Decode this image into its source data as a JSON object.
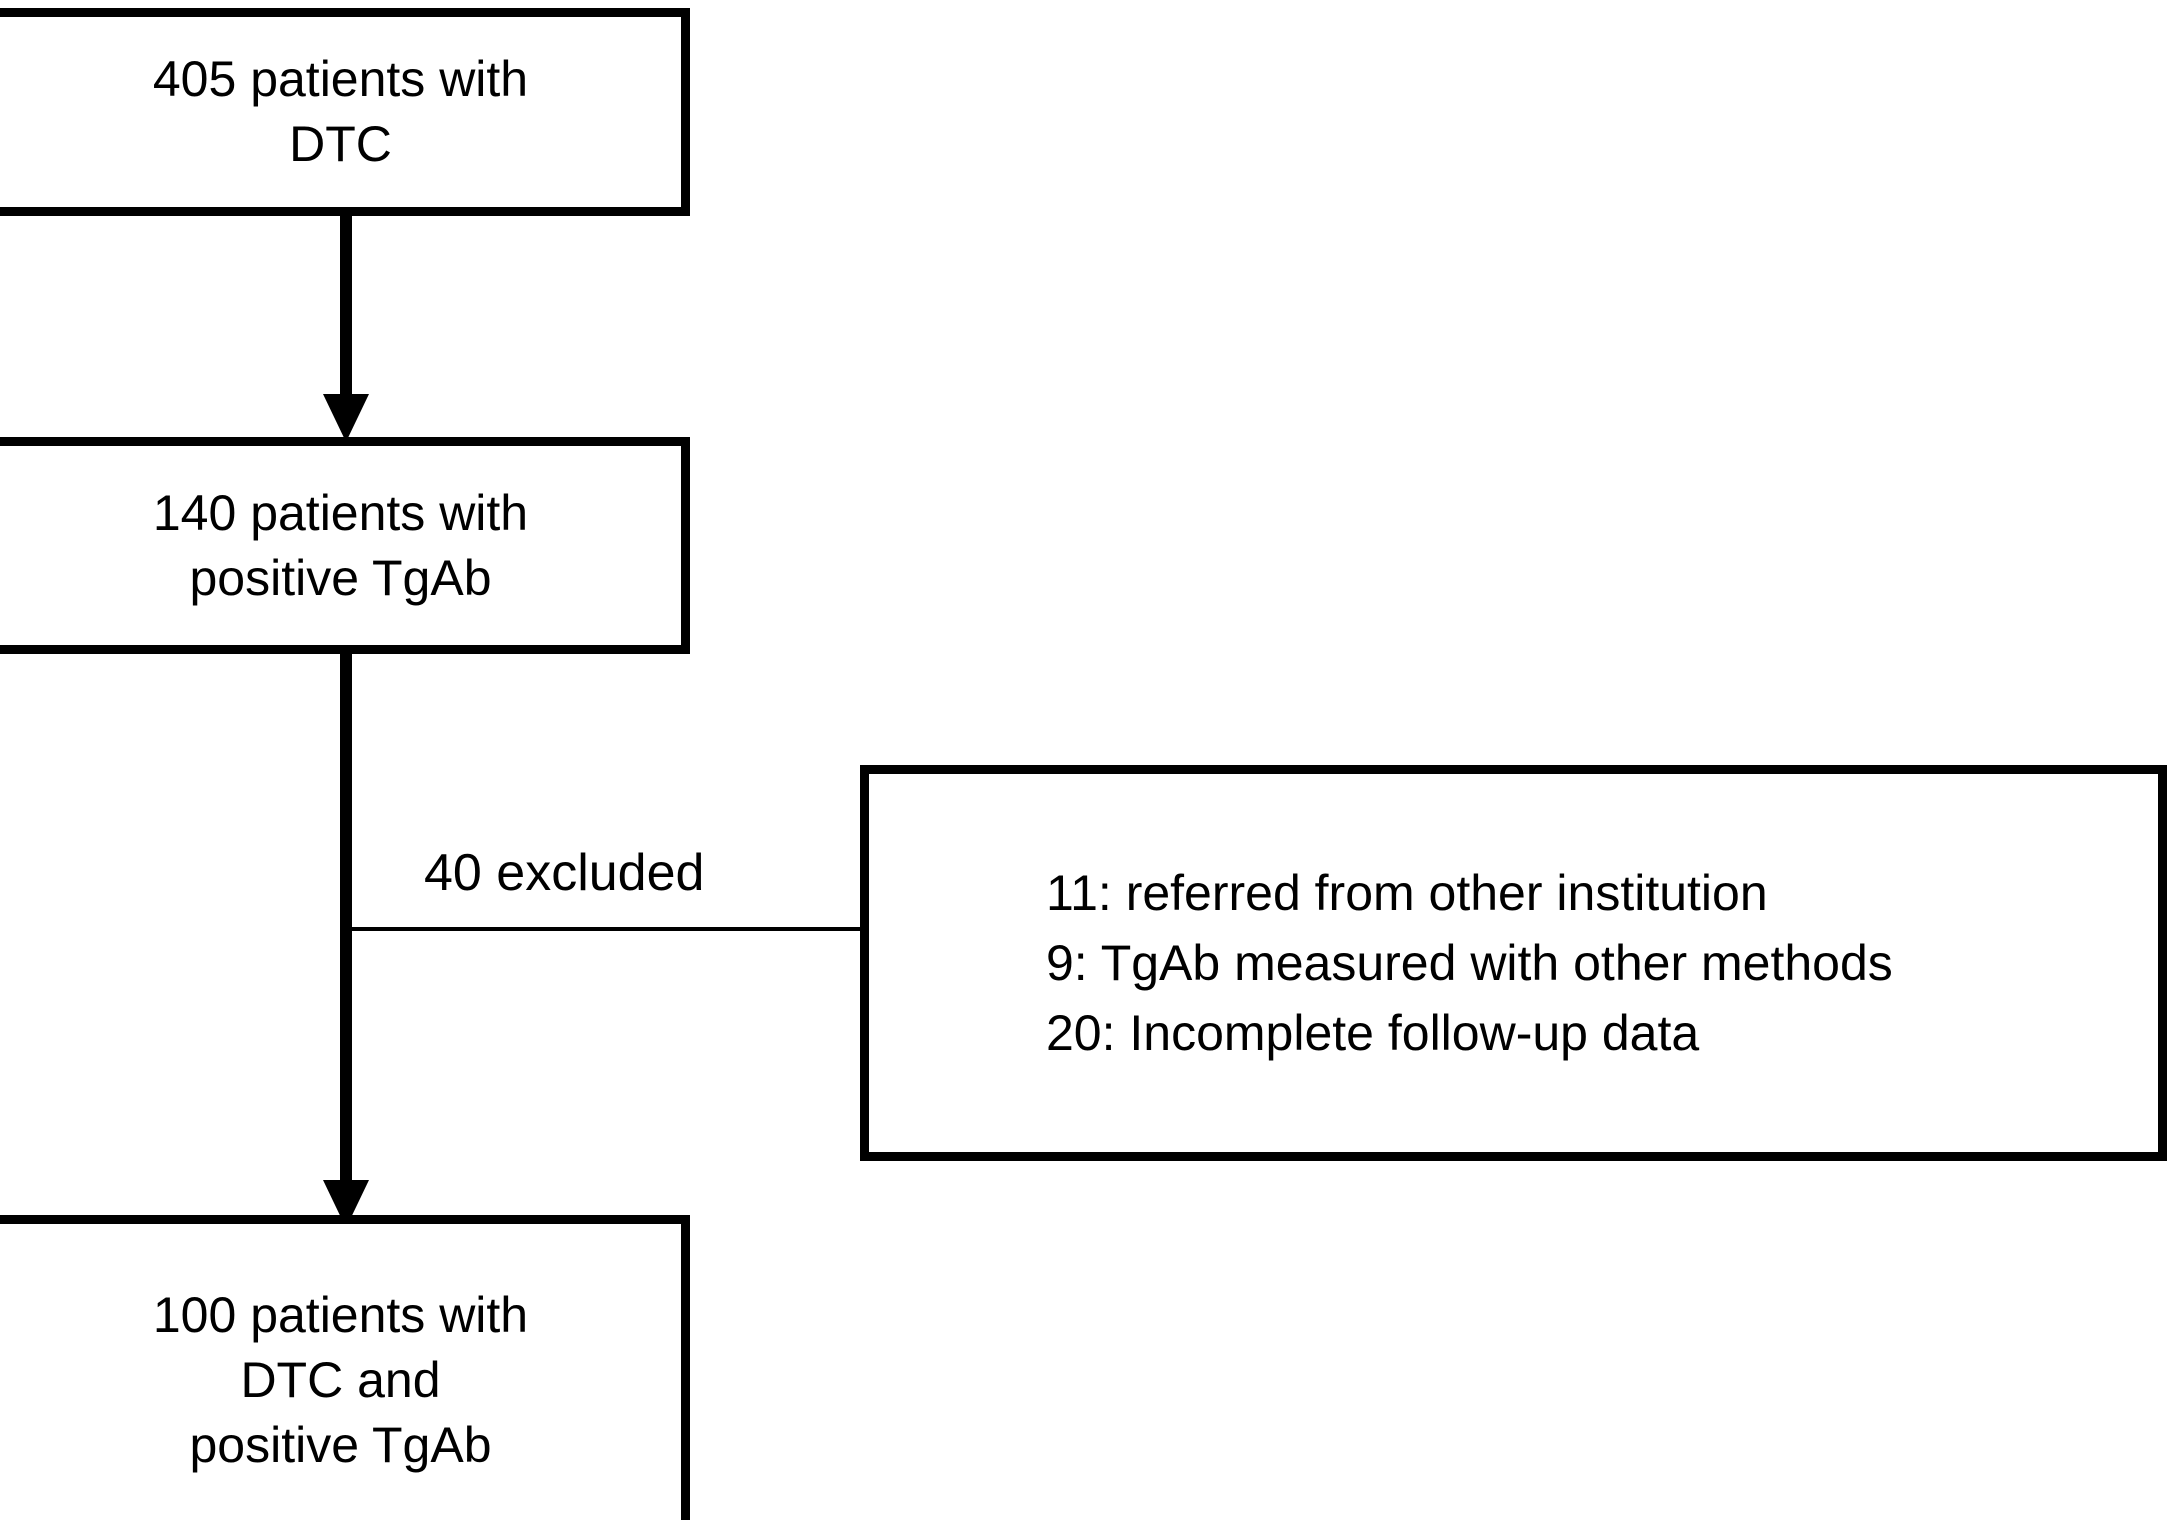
{
  "figure": {
    "type": "flowchart",
    "orientation": "vertical",
    "background_color": "#ffffff",
    "stroke_color": "#000000"
  },
  "nodes": {
    "total": {
      "id": "node-total",
      "text": "405 patients with\nDTC",
      "count": 405,
      "lines": [
        "405 patients with",
        "DTC"
      ]
    },
    "positive": {
      "id": "node-positive",
      "text": "140 patients with\npositive TgAb",
      "count": 140,
      "lines": [
        "140 patients with",
        "positive TgAb"
      ]
    },
    "excluded": {
      "id": "node-excluded",
      "text": "11: referred from other institution\n9: TgAb measured with other methods\n20: Incomplete follow-up data",
      "reasons": [
        {
          "count": 11,
          "label": "referred from other institution",
          "line": "11: referred from other institution"
        },
        {
          "count": 9,
          "label": "TgAb measured with other methods",
          "line": "9: TgAb measured with other methods"
        },
        {
          "count": 20,
          "label": "Incomplete follow-up data",
          "line": "20: Incomplete follow-up data"
        }
      ]
    },
    "included": {
      "id": "node-included",
      "text": "100 patients with\nDTC and\npositive TgAb",
      "count": 100,
      "lines": [
        "100 patients with",
        "DTC and",
        "positive TgAb"
      ]
    }
  },
  "edges": {
    "total_to_positive": {
      "from": "total",
      "to": "positive",
      "label": ""
    },
    "positive_to_included": {
      "from": "positive",
      "to": "included",
      "label": ""
    },
    "positive_to_excluded": {
      "from": "positive",
      "to": "excluded",
      "label": "40 excluded",
      "count": 40
    }
  },
  "labels": {
    "excluded_count": "40 excluded"
  }
}
